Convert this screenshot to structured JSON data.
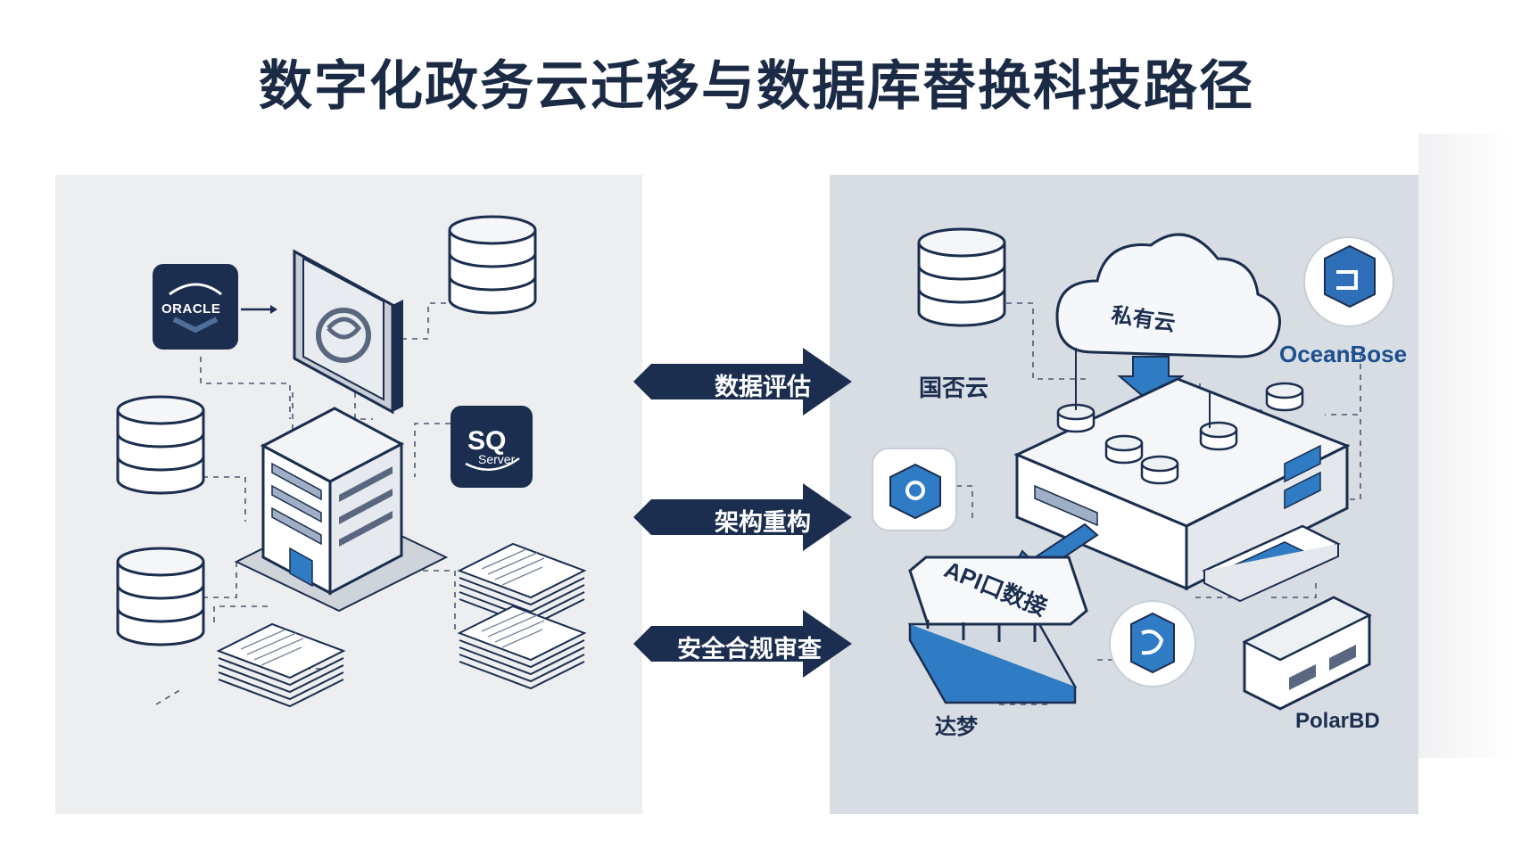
{
  "title": "数字化政务云迁移与数据库替换科技路径",
  "steps": [
    {
      "label": "数据评估"
    },
    {
      "label": "架构重构"
    },
    {
      "label": "安全合规审查"
    }
  ],
  "left": {
    "oracle_logo": "ORACLE",
    "sql_logo": {
      "line1": "SQ",
      "line2": "Server"
    }
  },
  "right": {
    "private_cloud": "私有云",
    "guochan": "国否云",
    "oceanbase": "OceanBose",
    "api_panel": "API口数接",
    "dameng": "达梦",
    "polardb": "PolarBD"
  },
  "colors": {
    "navy": "#1b2e4f",
    "blue": "#2f7bc4",
    "panel_left": "#eceef0",
    "panel_right": "#d8dde4"
  }
}
